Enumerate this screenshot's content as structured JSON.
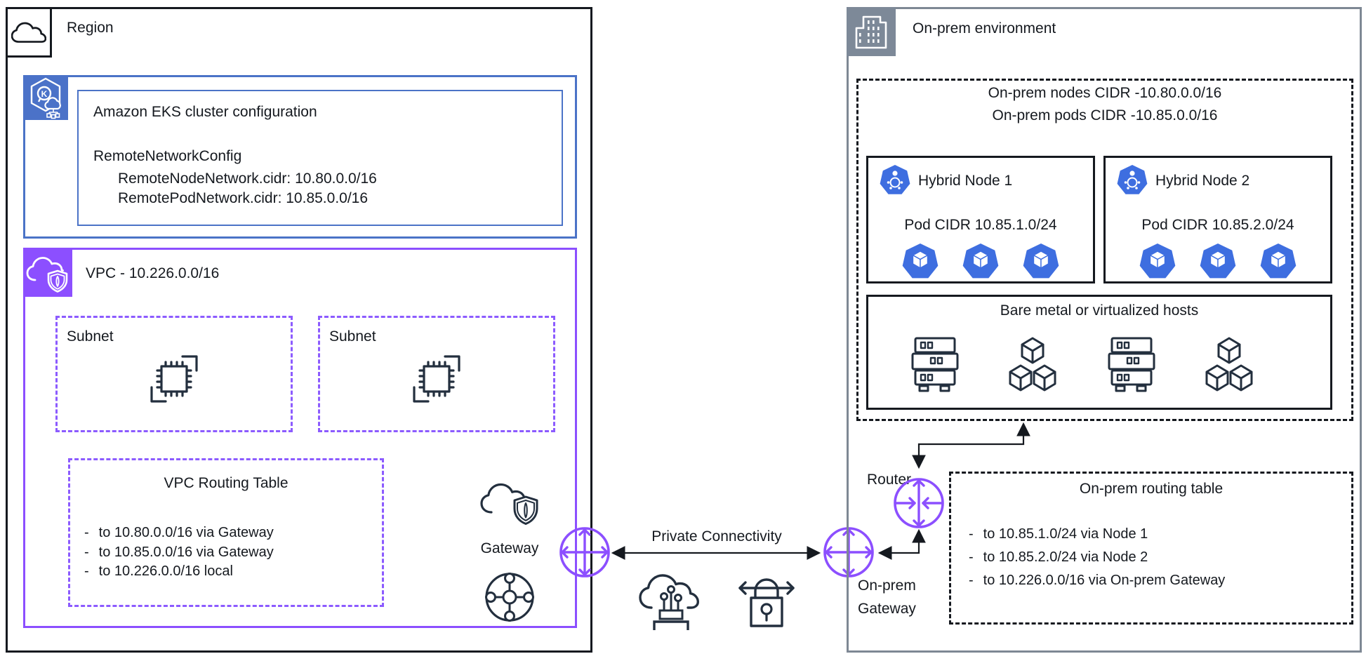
{
  "bullet": "-",
  "colors": {
    "aws_purple": "#8C4FFF",
    "eks_blue": "#4B72C8",
    "k8s_blue": "#3E6EE0",
    "dark_icon": "#232F3E",
    "onprem_gray": "#7D8998",
    "line_black": "#15191F"
  },
  "region": {
    "label": "Region",
    "eks": {
      "title": "Amazon EKS cluster configuration",
      "config_lines": [
        "RemoteNetworkConfig",
        "RemoteNodeNetwork.cidr: 10.80.0.0/16",
        "RemotePodNetwork.cidr: 10.85.0.0/16"
      ]
    },
    "vpc": {
      "label": "VPC - 10.226.0.0/16",
      "subnets": [
        {
          "label": "Subnet"
        },
        {
          "label": "Subnet"
        }
      ],
      "routing_table": {
        "title": "VPC Routing Table",
        "routes": [
          "to 10.80.0.0/16 via Gateway",
          "to 10.85.0.0/16 via Gateway",
          "to 10.226.0.0/16 local"
        ]
      },
      "gateway_label": "Gateway"
    }
  },
  "middle": {
    "private_connectivity_label": "Private Connectivity"
  },
  "onprem": {
    "label": "On-prem environment",
    "cidr_box": {
      "lines": [
        "On-prem nodes CIDR -10.80.0.0/16",
        "On-prem pods CIDR -10.85.0.0/16"
      ]
    },
    "nodes": [
      {
        "name": "Hybrid Node 1",
        "pod_cidr": "Pod CIDR 10.85.1.0/24"
      },
      {
        "name": "Hybrid Node 2",
        "pod_cidr": "Pod CIDR 10.85.2.0/24"
      }
    ],
    "hosts": {
      "title": "Bare metal or virtualized hosts"
    },
    "router_label": "Router",
    "gateway_label_lines": [
      "On-prem",
      "Gateway"
    ],
    "routing_table": {
      "title": "On-prem routing table",
      "routes": [
        "to 10.85.1.0/24 via Node 1",
        "to 10.85.2.0/24 via Node 2",
        "to 10.226.0.0/16 via On-prem Gateway"
      ]
    }
  }
}
